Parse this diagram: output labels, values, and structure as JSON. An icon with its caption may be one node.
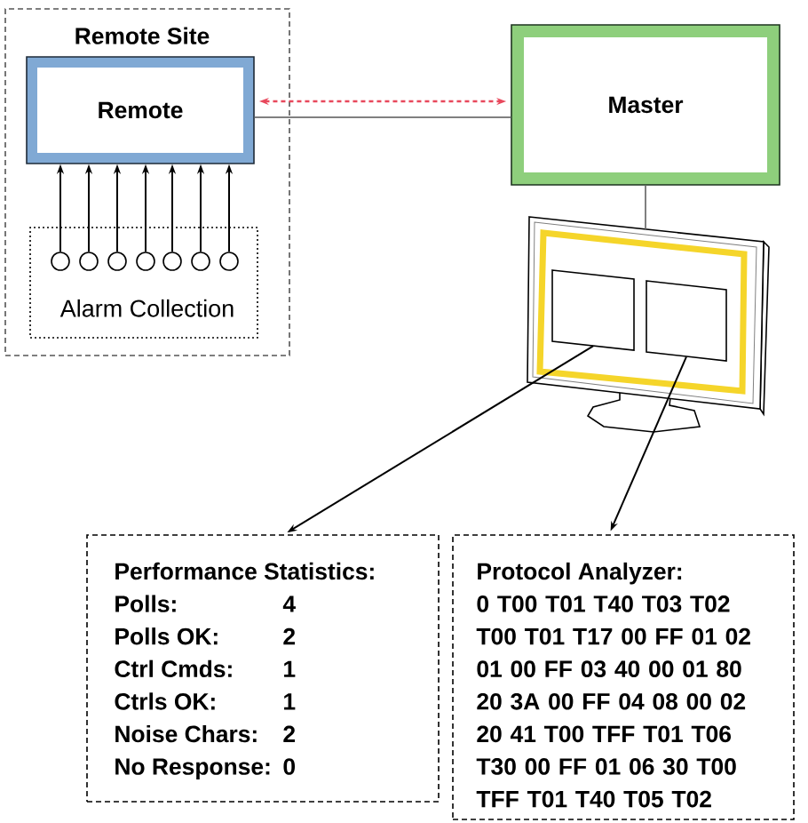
{
  "diagram": {
    "nodes": [
      {
        "text": [
          "Remote Site"
        ]
      },
      {
        "text": [
          "Remote"
        ],
        "in": 0
      },
      {
        "text": [
          "Alarm Collection"
        ],
        "in": 0
      },
      {
        "text": [],
        "shape": "circle",
        "in": 2
      },
      {
        "text": [],
        "shape": "circle",
        "in": 2
      },
      {
        "text": [],
        "shape": "circle",
        "in": 2
      },
      {
        "text": [],
        "shape": "circle",
        "in": 2
      },
      {
        "text": [],
        "shape": "circle",
        "in": 2
      },
      {
        "text": [],
        "shape": "circle",
        "in": 2
      },
      {
        "text": [],
        "shape": "circle",
        "in": 2
      },
      {
        "text": [
          "Master"
        ]
      },
      {
        "text": [],
        "shape": "picture"
      },
      {
        "text": [],
        "shape": "box",
        "in": 11
      },
      {
        "text": [],
        "shape": "box",
        "in": 11
      },
      {
        "text": [
          "Performance Statistics:",
          "Polls:",
          "4",
          "Polls OK:",
          "2",
          "Ctrl Cmds:",
          "1",
          "Ctrls OK:",
          "1",
          "Noise Chars:",
          "2",
          "No Response:",
          "0"
        ]
      },
      {
        "text": [
          "Protocol Analyzer:",
          "0 T00 T01 T40 T03 T02 T00 T01 T17 00 FF 01 02 01 00 FF 03 40 00 01 80 20 3A 00 FF 04 08 00 02 20 41 T00 TFF T01 T06 T30 00 FF 01 06 30 T00 TFF T01 T40 T05 T02"
        ]
      }
    ],
    "edges": [
      {
        "from": 3,
        "to": 1,
        "arrow": "to"
      },
      {
        "from": 4,
        "to": 1,
        "arrow": "to"
      },
      {
        "from": 5,
        "to": 1,
        "arrow": "to"
      },
      {
        "from": 6,
        "to": 1,
        "arrow": "to"
      },
      {
        "from": 7,
        "to": 1,
        "arrow": "to"
      },
      {
        "from": 8,
        "to": 1,
        "arrow": "to"
      },
      {
        "from": 9,
        "to": 1,
        "arrow": "to"
      },
      {
        "from": 1,
        "to": 10,
        "arrow": "both",
        "style": "dashed",
        "color": "#e8485c"
      },
      {
        "from": 1,
        "to": 10,
        "arrow": "none",
        "color": "#808080"
      },
      {
        "from": 10,
        "to": 11,
        "arrow": "none",
        "color": "#808080"
      },
      {
        "from": 12,
        "to": 14,
        "arrow": "to"
      },
      {
        "from": 13,
        "to": 15,
        "arrow": "to"
      }
    ]
  }
}
